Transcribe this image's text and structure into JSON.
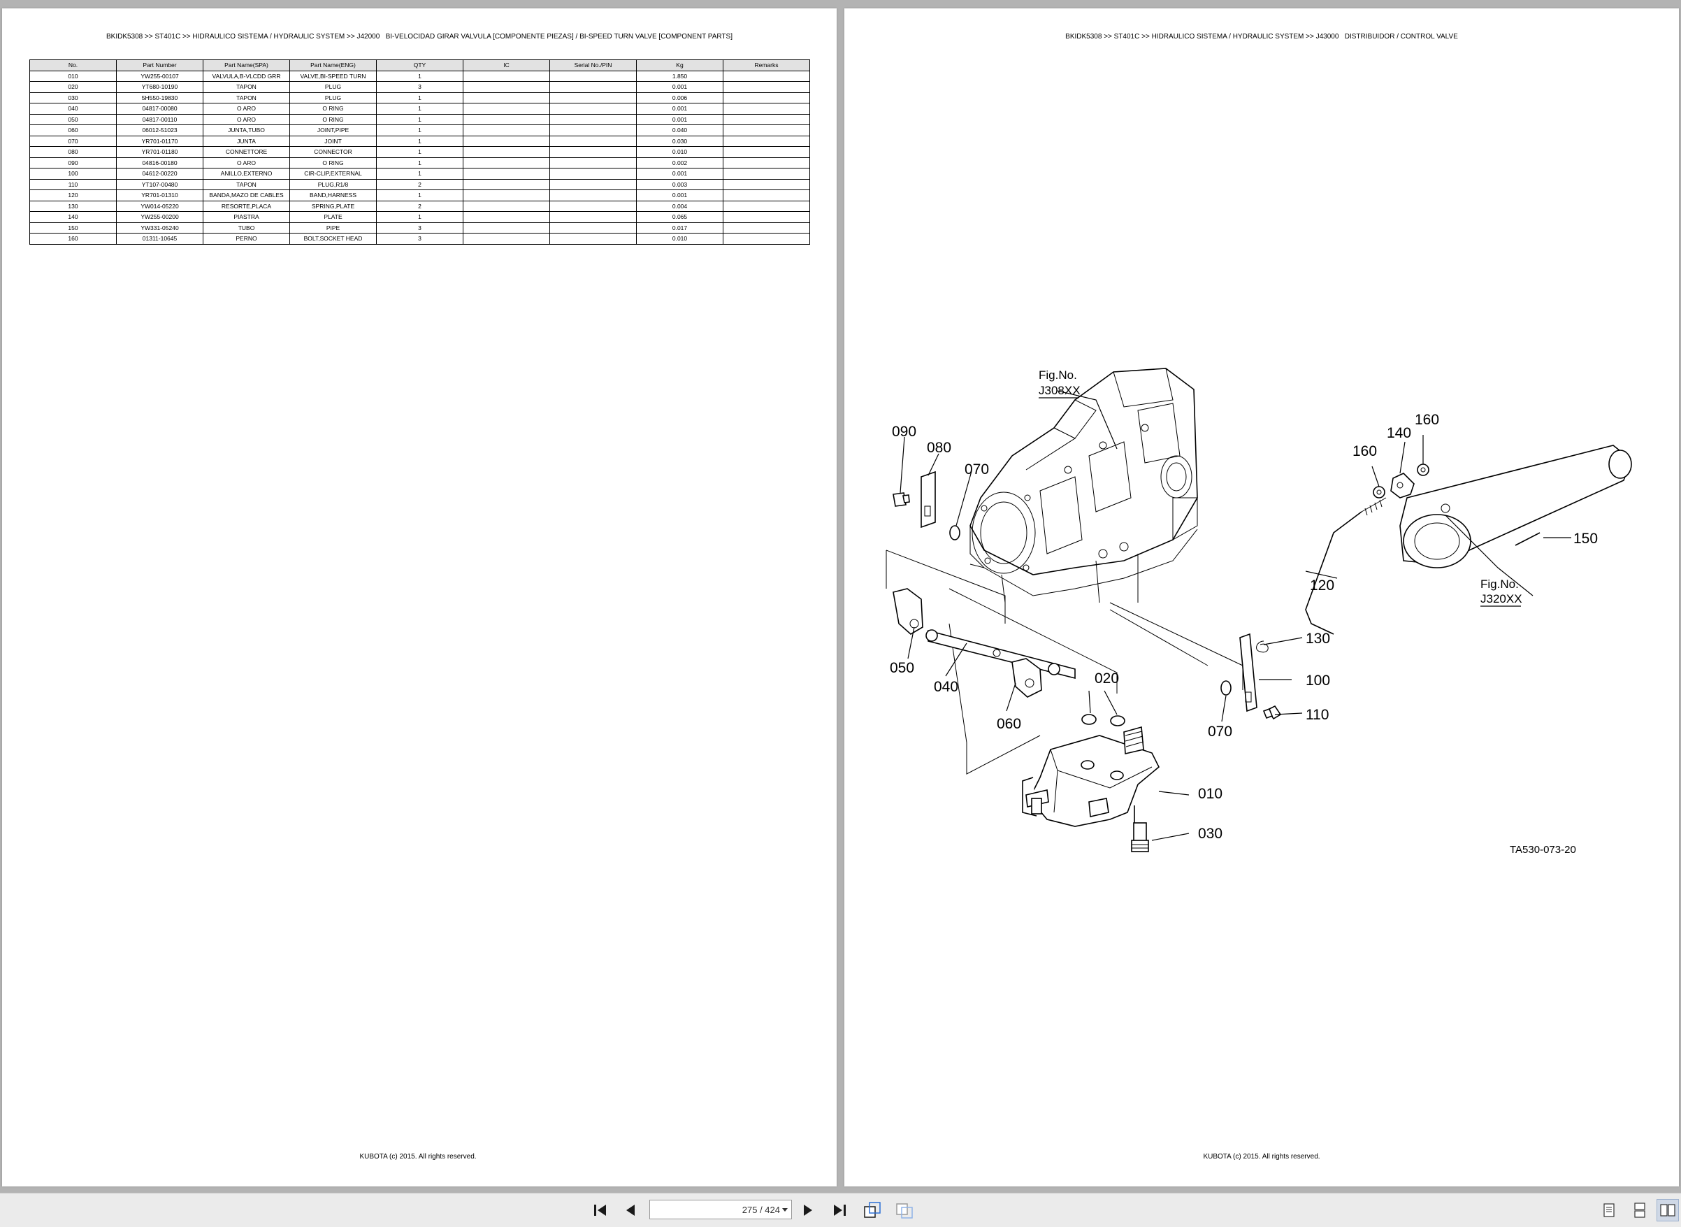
{
  "left_page": {
    "header": "BKIDK5308 >> ST401C >> HIDRAULICO SISTEMA / HYDRAULIC SYSTEM >> J42000   BI-VELOCIDAD GIRAR VALVULA [COMPONENTE PIEZAS] / BI-SPEED TURN VALVE [COMPONENT PARTS]",
    "columns": [
      "No.",
      "Part Number",
      "Part Name(SPA)",
      "Part Name(ENG)",
      "QTY",
      "IC",
      "Serial No./PIN",
      "Kg",
      "Remarks"
    ],
    "rows": [
      [
        "010",
        "YW255-00107",
        "VALVULA,B-VLCDD GRR",
        "VALVE,BI-SPEED TURN",
        "1",
        "",
        "",
        "1.850",
        ""
      ],
      [
        "020",
        "YT680-10190",
        "TAPON",
        "PLUG",
        "3",
        "",
        "",
        "0.001",
        ""
      ],
      [
        "030",
        "5H550-19830",
        "TAPON",
        "PLUG",
        "1",
        "",
        "",
        "0.006",
        ""
      ],
      [
        "040",
        "04817-00080",
        "O ARO",
        "O RING",
        "1",
        "",
        "",
        "0.001",
        ""
      ],
      [
        "050",
        "04817-00110",
        "O ARO",
        "O RING",
        "1",
        "",
        "",
        "0.001",
        ""
      ],
      [
        "060",
        "06012-51023",
        "JUNTA,TUBO",
        "JOINT,PIPE",
        "1",
        "",
        "",
        "0.040",
        ""
      ],
      [
        "070",
        "YR701-01170",
        "JUNTA",
        "JOINT",
        "1",
        "",
        "",
        "0.030",
        ""
      ],
      [
        "080",
        "YR701-01180",
        "CONNETTORE",
        "CONNECTOR",
        "1",
        "",
        "",
        "0.010",
        ""
      ],
      [
        "090",
        "04816-00180",
        "O ARO",
        "O RING",
        "1",
        "",
        "",
        "0.002",
        ""
      ],
      [
        "100",
        "04612-00220",
        "ANILLO,EXTERNO",
        "CIR-CLIP,EXTERNAL",
        "1",
        "",
        "",
        "0.001",
        ""
      ],
      [
        "110",
        "YT107-00480",
        "TAPON",
        "PLUG,R1/8",
        "2",
        "",
        "",
        "0.003",
        ""
      ],
      [
        "120",
        "YR701-01310",
        "BANDA,MAZO DE CABLES",
        "BAND,HARNESS",
        "1",
        "",
        "",
        "0.001",
        ""
      ],
      [
        "130",
        "YW014-05220",
        "RESORTE,PLACA",
        "SPRING,PLATE",
        "2",
        "",
        "",
        "0.004",
        ""
      ],
      [
        "140",
        "YW255-00200",
        "PIASTRA",
        "PLATE",
        "1",
        "",
        "",
        "0.065",
        ""
      ],
      [
        "150",
        "YW331-05240",
        "TUBO",
        "PIPE",
        "3",
        "",
        "",
        "0.017",
        ""
      ],
      [
        "160",
        "01311-10645",
        "PERNO",
        "BOLT,SOCKET HEAD",
        "3",
        "",
        "",
        "0.010",
        ""
      ]
    ],
    "footer": "KUBOTA (c) 2015. All rights reserved."
  },
  "right_page": {
    "header": "BKIDK5308 >> ST401C >> HIDRAULICO SISTEMA / HYDRAULIC SYSTEM >> J43000   DISTRIBUIDOR / CONTROL VALVE",
    "figure_refs": [
      {
        "line1": "Fig.No.",
        "line2": "J308XX"
      },
      {
        "line1": "Fig.No.",
        "line2": "J320XX"
      }
    ],
    "callouts": [
      "090",
      "080",
      "070",
      "050",
      "040",
      "060",
      "020",
      "010",
      "030",
      "070",
      "100",
      "110",
      "130",
      "120",
      "160",
      "140",
      "160",
      "150"
    ],
    "drawing_id": "TA530-073-20",
    "footer": "KUBOTA (c) 2015. All rights reserved."
  },
  "toolbar": {
    "page_indicator": "275 / 424",
    "buttons": [
      "first-page",
      "previous-page",
      "next-page",
      "last-page",
      "fit-page",
      "fit-width",
      "single-page-view",
      "continuous-view",
      "two-page-view"
    ],
    "icon_color": "#1a1a1a",
    "accent": "#2b6fd6"
  }
}
